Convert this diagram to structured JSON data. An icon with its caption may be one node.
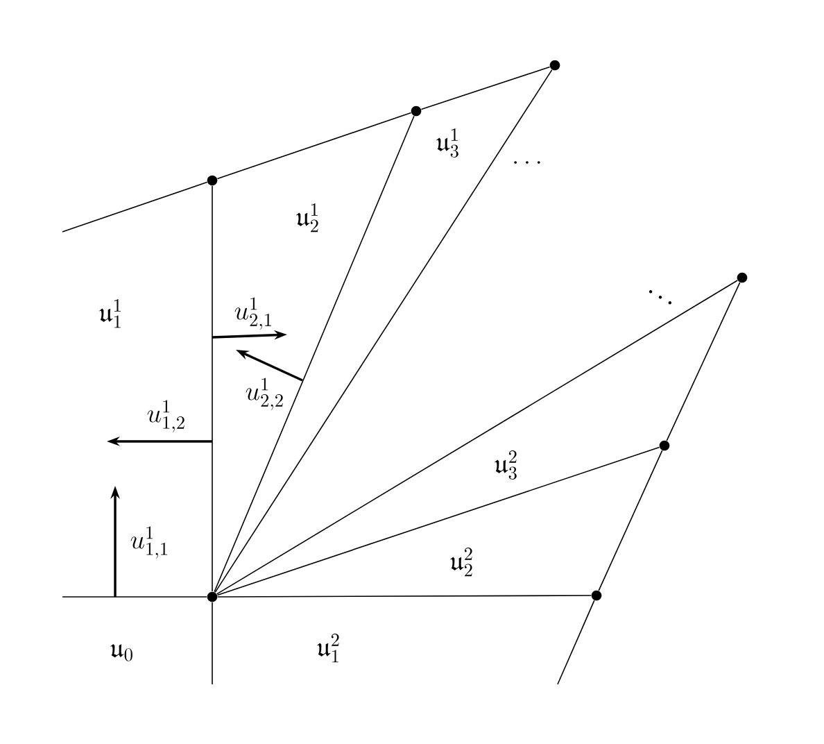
{
  "diagram": {
    "nodes": [
      {
        "text": [],
        "shape": "circle"
      },
      {
        "text": [],
        "shape": "circle"
      },
      {
        "text": [],
        "shape": "circle"
      },
      {
        "text": [],
        "shape": "circle"
      },
      {
        "text": [],
        "shape": "circle"
      },
      {
        "text": [],
        "shape": "circle"
      },
      {
        "text": [],
        "shape": "circle"
      }
    ],
    "edges": [
      {
        "from": 0,
        "to": 1,
        "arrow": "none"
      },
      {
        "from": 0,
        "to": 2,
        "arrow": "none"
      },
      {
        "from": 0,
        "to": 3,
        "arrow": "none"
      },
      {
        "from": 0,
        "to": 4,
        "arrow": "none"
      },
      {
        "from": 0,
        "to": 5,
        "arrow": "none"
      },
      {
        "from": 0,
        "to": 6,
        "arrow": "none"
      },
      {
        "from": 1,
        "to": 2,
        "arrow": "none"
      },
      {
        "from": 2,
        "to": 3,
        "arrow": "none"
      },
      {
        "from": 4,
        "to": 5,
        "arrow": "none"
      },
      {
        "from": 5,
        "to": 6,
        "arrow": "none"
      },
      {
        "from": null,
        "to": 1,
        "arrow": "none"
      },
      {
        "from": 6,
        "to": null,
        "arrow": "none"
      },
      {
        "from": null,
        "to": 0,
        "arrow": "none"
      },
      {
        "from": 0,
        "to": null,
        "arrow": "none"
      }
    ],
    "labels": [
      "\\mathfrak{u}_3^1",
      "\\dots",
      "\\mathfrak{u}_2^1",
      "\\ddots",
      "\\mathfrak{u}_1^1",
      "u_{2,1}^1",
      "u_{2,2}^1",
      "u_{1,2}^1",
      "\\mathfrak{u}_3^2",
      "u_{1,1}^1",
      "\\mathfrak{u}_2^2",
      "\\mathfrak{u}_0",
      "\\mathfrak{u}_1^2"
    ]
  }
}
